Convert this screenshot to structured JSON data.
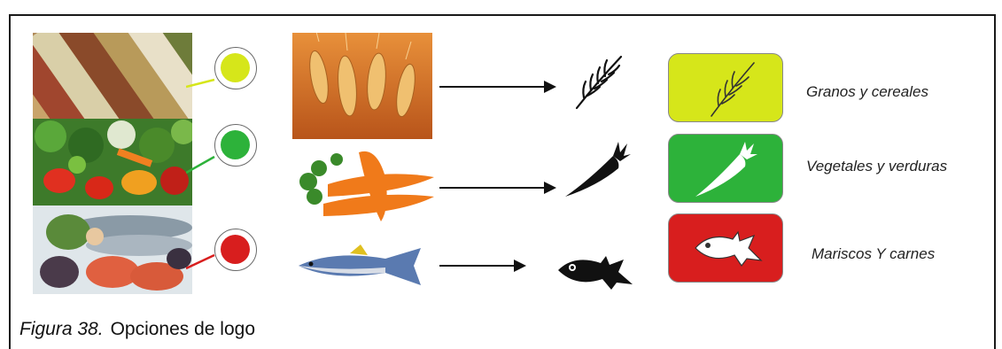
{
  "caption": {
    "figure": "Figura 38.",
    "text": "Opciones de logo"
  },
  "rows": [
    {
      "label": "Granos y cereales",
      "color": "#d6e61a",
      "icon": "wheat-icon"
    },
    {
      "label": "Vegetales y verduras",
      "color": "#2db23a",
      "icon": "carrot-icon"
    },
    {
      "label": "Mariscos Y carnes",
      "color": "#d81e1e",
      "icon": "fish-icon"
    }
  ]
}
